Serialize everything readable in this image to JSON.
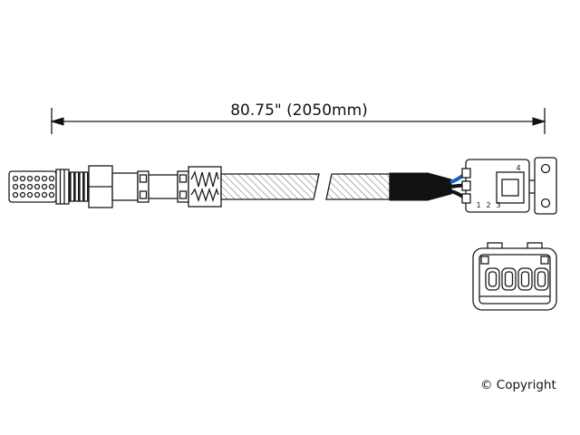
{
  "diagram": {
    "dimension_label": "80.75\" (2050mm)",
    "copyright": "© Copyright",
    "connector_pins": {
      "pin1": "1",
      "pin2": "2",
      "pin3": "3",
      "pin4": "4"
    },
    "colors": {
      "line": "#1a1a1a",
      "wire_blue": "#1565c0",
      "wire_black": "#111111"
    }
  }
}
